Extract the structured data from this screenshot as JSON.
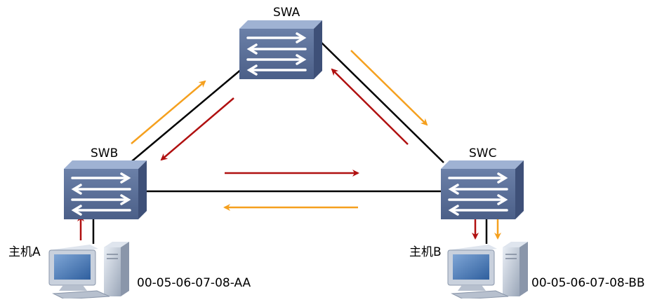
{
  "switches": {
    "swa": {
      "label": "SWA"
    },
    "swb": {
      "label": "SWB"
    },
    "swc": {
      "label": "SWC"
    }
  },
  "hosts": {
    "a": {
      "label": "主机A",
      "mac": "00-05-06-07-08-AA"
    },
    "b": {
      "label": "主机B",
      "mac": "00-05-06-07-08-BB"
    }
  },
  "colors": {
    "link": "#000000",
    "arrow_red": "#b01010",
    "arrow_orange": "#f5a01e",
    "switch_body": "#5a6f96",
    "switch_top": "#8fa3c6",
    "switch_side": "#3e5078"
  },
  "icons": {
    "switch": "switch-icon",
    "host": "computer-icon"
  }
}
